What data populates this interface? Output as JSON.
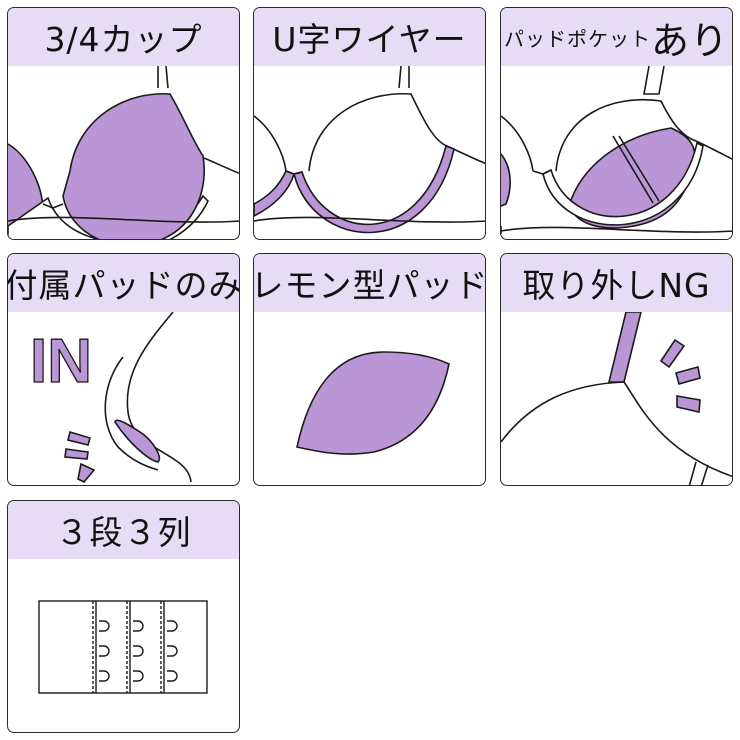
{
  "colors": {
    "accent": "#bb96d6",
    "header_bg": "#e6dcf5",
    "stroke": "#1a1a1a"
  },
  "panels": [
    {
      "title": "3/4カップ",
      "icon": "three-quarter-cup-bra-icon"
    },
    {
      "title": "U字ワイヤー",
      "icon": "u-shaped-wire-bra-icon"
    },
    {
      "title_small": "パッドポケット",
      "title_big": "あり",
      "icon": "pad-pocket-bra-icon"
    },
    {
      "title": "付属パッドのみ",
      "icon": "included-pad-only-icon",
      "badge": "IN"
    },
    {
      "title": "レモン型パッド",
      "icon": "lemon-shaped-pad-icon"
    },
    {
      "title": "取り外しNG",
      "icon": "strap-not-removable-icon"
    },
    {
      "title": "３段３列",
      "icon": "three-row-three-column-hook-icon"
    }
  ]
}
